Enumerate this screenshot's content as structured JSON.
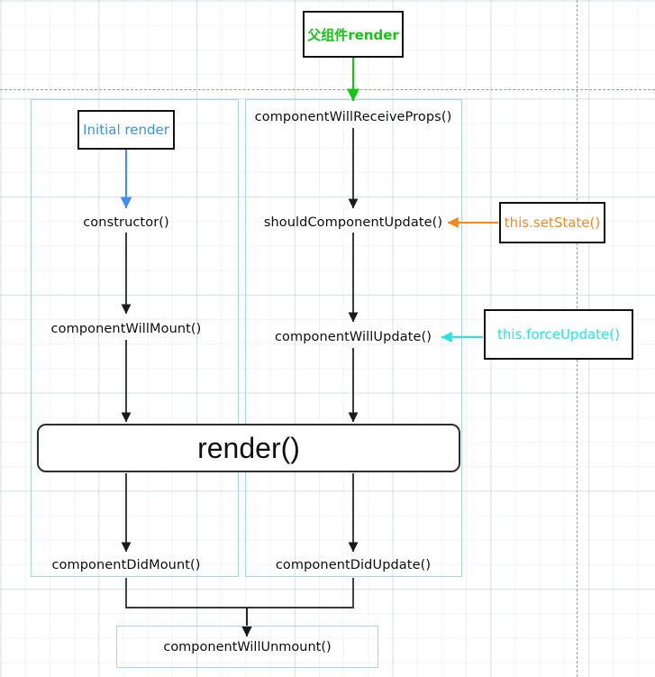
{
  "diagram": {
    "title_box": {
      "label": "父组件render",
      "color": "#16c616"
    },
    "initial_render_box": {
      "label": "Initial render",
      "color": "#3b90f5"
    },
    "set_state_box": {
      "label": "this.setState()",
      "color": "#f08a1e"
    },
    "force_update_box": {
      "label": "this.forceUpdate()",
      "color": "#27e3e3"
    },
    "render_box": {
      "label": "render()"
    },
    "unmount_box": {
      "label": "componentWillUnmount()"
    },
    "mount_column": {
      "nodes": [
        {
          "label": "constructor()"
        },
        {
          "label": "componentWillMount()"
        },
        {
          "label": "componentDidMount()"
        }
      ]
    },
    "update_column": {
      "nodes": [
        {
          "label": "componentWillReceiveProps()"
        },
        {
          "label": "shouldComponentUpdate()"
        },
        {
          "label": "componentWillUpdate()"
        },
        {
          "label": "componentDidUpdate()"
        }
      ]
    },
    "colors": {
      "group_border": "#a8d4ea",
      "arrow_default": "#1a1a1a",
      "arrow_green": "#16c616",
      "arrow_blue": "#3b90f5",
      "arrow_orange": "#f08a1e",
      "arrow_cyan": "#27e3e3",
      "grid": "#dfe6ec"
    }
  }
}
